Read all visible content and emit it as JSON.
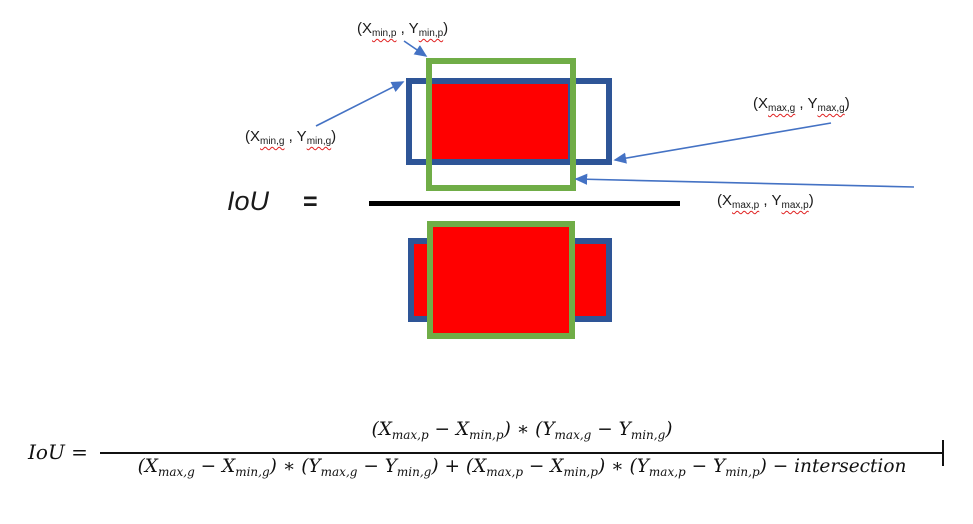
{
  "colors": {
    "ground_truth_box": "#2E5597",
    "prediction_box": "#70AD47",
    "overlap_fill": "#FF0000",
    "arrow": "#4472C4",
    "squiggle": "#E02020"
  },
  "diagram": {
    "iou_label": "IoU",
    "equals_sign": "=",
    "corner_labels": {
      "min_p": {
        "open": "(X",
        "x_sub": "min,p",
        "mid": " , Y",
        "y_sub": "min,p",
        "close": ")"
      },
      "min_g": {
        "open": "(X",
        "x_sub": "min,g",
        "mid": " , Y",
        "y_sub": "min,g",
        "close": ")"
      },
      "max_g": {
        "open": "(X",
        "x_sub": "max,g",
        "mid": " , Y",
        "y_sub": "max,g",
        "close": ")"
      },
      "max_p": {
        "open": "(X",
        "x_sub": "max,p",
        "mid": " , Y",
        "y_sub": "max,p",
        "close": ")"
      }
    }
  },
  "formula": {
    "lhs": "IoU =",
    "numerator": [
      {
        "t": "(X"
      },
      {
        "sub": "max,p"
      },
      {
        "t": " − X"
      },
      {
        "sub": "min,p"
      },
      {
        "t": ") ∗ (Y"
      },
      {
        "sub": "max,g"
      },
      {
        "t": " − Y"
      },
      {
        "sub": "min,g"
      },
      {
        "t": ")"
      }
    ],
    "denominator": [
      {
        "t": "(X"
      },
      {
        "sub": "max,g"
      },
      {
        "t": " − X"
      },
      {
        "sub": "min,g"
      },
      {
        "t": ") ∗ (Y"
      },
      {
        "sub": "max,g"
      },
      {
        "t": " − Y"
      },
      {
        "sub": "min,g"
      },
      {
        "t": ") + (X"
      },
      {
        "sub": "max,p"
      },
      {
        "t": " − X"
      },
      {
        "sub": "min,p"
      },
      {
        "t": ") ∗ (Y"
      },
      {
        "sub": "max,p"
      },
      {
        "t": " − Y"
      },
      {
        "sub": "min,p"
      },
      {
        "t": ") − intersection"
      }
    ]
  }
}
